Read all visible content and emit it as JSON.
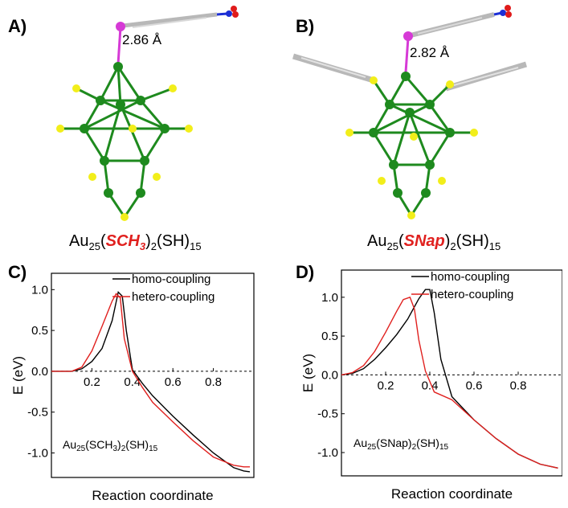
{
  "panels": {
    "a": {
      "label": "A)",
      "bond_distance": "2.86 Å",
      "formula": {
        "prefix": "Au",
        "sub1": "25",
        "open": "(",
        "ligand": "SCH",
        "ligand_sub": "3",
        "close": ")",
        "sub2": "2",
        "rest": "(SH)",
        "sub3": "15"
      }
    },
    "b": {
      "label": "B)",
      "bond_distance": "2.82 Å",
      "formula": {
        "prefix": "Au",
        "sub1": "25",
        "open": "(",
        "ligand": "SNap",
        "close": ")",
        "sub2": "2",
        "rest": "(SH)",
        "sub3": "15"
      }
    },
    "c": {
      "label": "C)"
    },
    "d": {
      "label": "D)"
    }
  },
  "colors": {
    "gold_atom": "#1e8a1e",
    "sulfur_atom": "#f2ee1a",
    "linker_atom": "#d63ad6",
    "carbon": "#b8b8b8",
    "nitrogen": "#1c2fd6",
    "oxygen": "#e01b1b",
    "homo_line": "#000000",
    "hetero_line": "#e0201e"
  },
  "chart_data": [
    {
      "type": "line",
      "panel": "C)",
      "xlabel": "Reaction coordinate",
      "ylabel": "E (eV)",
      "xlim": [
        0.0,
        1.0
      ],
      "ylim": [
        -1.3,
        1.2
      ],
      "xticks": [
        "0.2",
        "0.4",
        "0.6",
        "0.8"
      ],
      "yticks": [
        "1.0",
        "0.5",
        "0.0",
        "-0.5",
        "-1.0"
      ],
      "legend": "top-right",
      "annotation": {
        "a": "Au",
        "b": "25",
        "c": "(SCH",
        "d": "3",
        "e": ")",
        "f": "2",
        "g": "(SH)",
        "h": "15"
      },
      "series": [
        {
          "name": "homo-coupling",
          "color": "#000000",
          "x": [
            0.0,
            0.1,
            0.15,
            0.2,
            0.25,
            0.3,
            0.33,
            0.35,
            0.37,
            0.4,
            0.45,
            0.5,
            0.6,
            0.7,
            0.8,
            0.9,
            0.95,
            0.98
          ],
          "y": [
            0.0,
            0.0,
            0.03,
            0.12,
            0.28,
            0.62,
            0.97,
            0.92,
            0.5,
            0.02,
            -0.15,
            -0.3,
            -0.55,
            -0.78,
            -1.0,
            -1.18,
            -1.22,
            -1.23
          ]
        },
        {
          "name": "hetero-coupling",
          "color": "#e0201e",
          "x": [
            0.0,
            0.1,
            0.15,
            0.2,
            0.25,
            0.3,
            0.32,
            0.34,
            0.36,
            0.4,
            0.45,
            0.5,
            0.6,
            0.7,
            0.8,
            0.9,
            0.95,
            0.98
          ],
          "y": [
            0.0,
            0.0,
            0.05,
            0.25,
            0.55,
            0.86,
            0.95,
            0.9,
            0.4,
            0.0,
            -0.2,
            -0.38,
            -0.62,
            -0.85,
            -1.05,
            -1.15,
            -1.17,
            -1.17
          ]
        }
      ]
    },
    {
      "type": "line",
      "panel": "D)",
      "xlabel": "Reaction coordinate",
      "ylabel": "E (eV)",
      "xlim": [
        0.0,
        1.0
      ],
      "ylim": [
        -1.3,
        1.35
      ],
      "xticks": [
        "0.2",
        "0.4",
        "0.6",
        "0.8"
      ],
      "yticks": [
        "1.0",
        "0.5",
        "0.0",
        "-0.5",
        "-1.0"
      ],
      "legend": "top-right",
      "annotation": {
        "a": "Au",
        "b": "25",
        "c": "(SNap)",
        "f": "2",
        "g": "(SH)",
        "h": "15"
      },
      "series": [
        {
          "name": "homo-coupling",
          "color": "#000000",
          "x": [
            0.0,
            0.05,
            0.1,
            0.15,
            0.2,
            0.25,
            0.3,
            0.35,
            0.38,
            0.4,
            0.42,
            0.45,
            0.5,
            0.6,
            0.7,
            0.8,
            0.9,
            0.98
          ],
          "y": [
            0.0,
            0.02,
            0.08,
            0.2,
            0.35,
            0.52,
            0.72,
            0.98,
            1.1,
            1.1,
            0.8,
            0.2,
            -0.28,
            -0.58,
            -0.82,
            -1.02,
            -1.15,
            -1.2
          ]
        },
        {
          "name": "hetero-coupling",
          "color": "#e0201e",
          "x": [
            0.0,
            0.05,
            0.1,
            0.15,
            0.2,
            0.25,
            0.28,
            0.31,
            0.33,
            0.35,
            0.38,
            0.42,
            0.5,
            0.6,
            0.7,
            0.8,
            0.9,
            0.98
          ],
          "y": [
            0.0,
            0.03,
            0.12,
            0.3,
            0.55,
            0.82,
            0.97,
            1.0,
            0.85,
            0.45,
            0.05,
            -0.22,
            -0.32,
            -0.58,
            -0.82,
            -1.02,
            -1.15,
            -1.2
          ]
        }
      ]
    }
  ]
}
